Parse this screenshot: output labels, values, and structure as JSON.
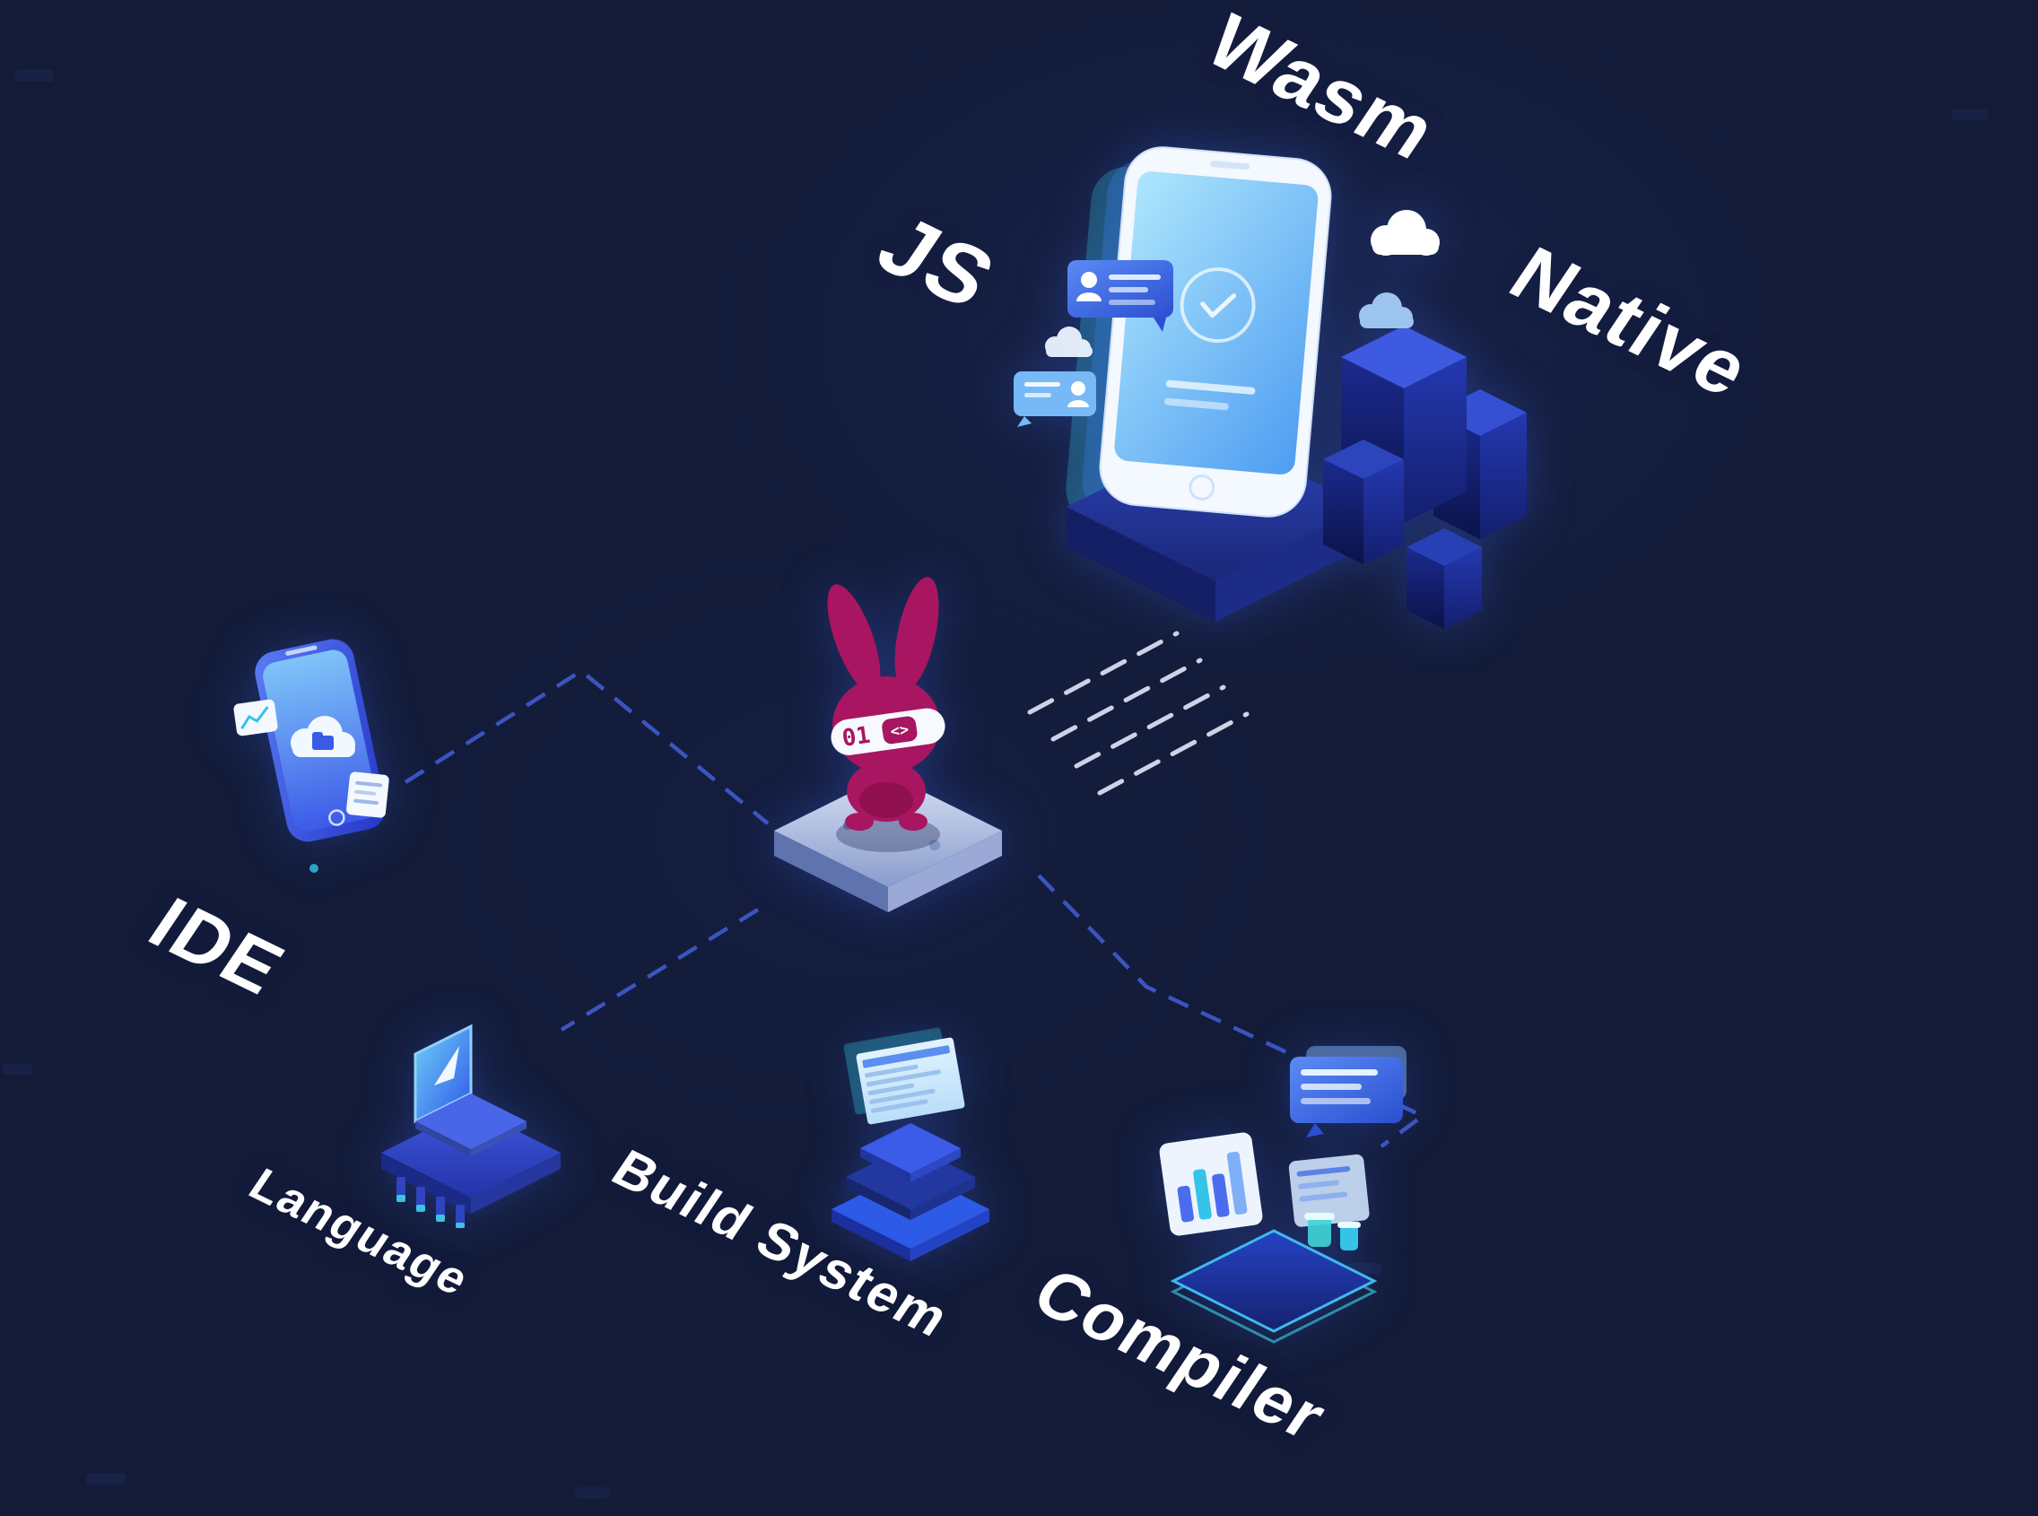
{
  "labels": {
    "wasm": "Wasm",
    "js": "JS",
    "native": "Native",
    "ide": "IDE",
    "language": "Language",
    "build_system": "Build System",
    "compiler": "Compiler"
  },
  "mascot": {
    "badge_number": "01",
    "badge_code": "<>"
  },
  "colors": {
    "background": "#131b39",
    "label_text": "#ffffff",
    "mascot_magenta": "#a81560",
    "dashed_connector": "#3d57c6",
    "speed_lines": "#dfe8f8",
    "accent_blue": "#3b5bff",
    "accent_cyan": "#35c3e8"
  },
  "icons": {
    "center": "rabbit-mascot-icon",
    "top_right": "smartphone-target-icon",
    "clouds": "cloud-icon",
    "chat": "chat-bubble-icon",
    "check": "check-circle-icon",
    "blocks": "cube-blocks-icon",
    "left": "ide-phone-icon",
    "bottom_left": "cpu-laptop-icon",
    "bottom_center": "layer-stack-document-icon",
    "bottom_right": "compiler-dashboard-icon",
    "connectors": "dashed-line",
    "emission": "speed-lines"
  }
}
